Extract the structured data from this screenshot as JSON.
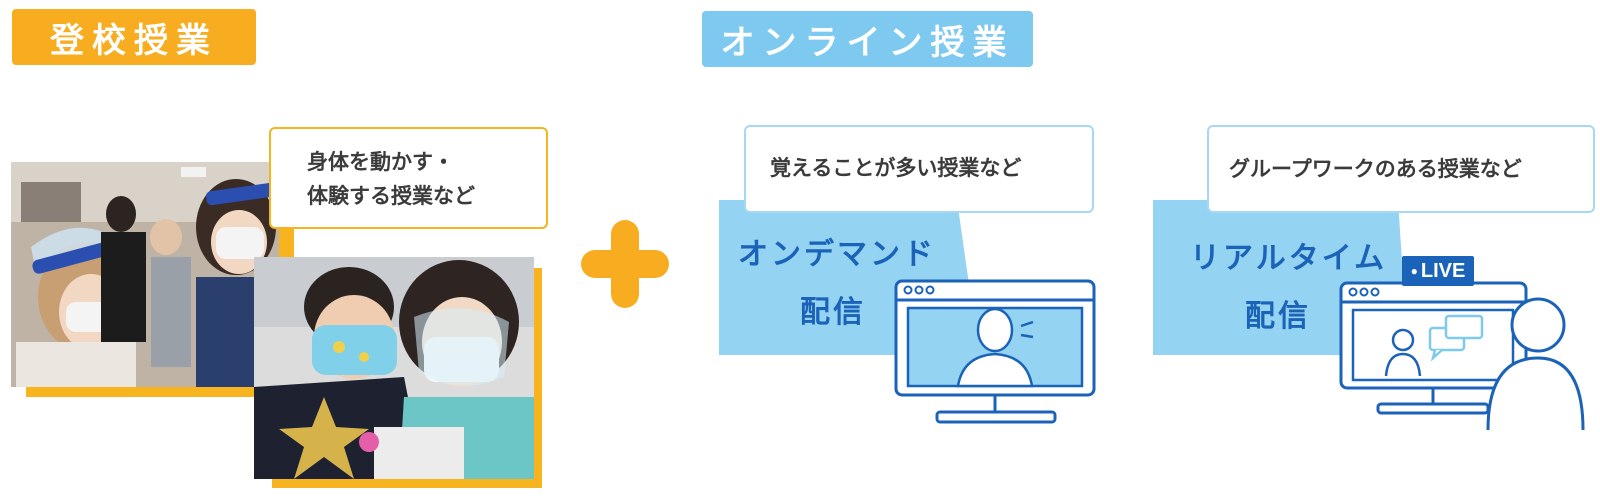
{
  "tags": {
    "school": "登校授業",
    "online": "オンライン授業"
  },
  "callouts": {
    "school_line1": "身体を動かす・",
    "school_line2": "体験する授業など",
    "ondemand": "覚えることが多い授業など",
    "realtime": "グループワークのある授業など"
  },
  "panels": {
    "ondemand_line1": "オンデマンド",
    "ondemand_line2": "配信",
    "realtime_line1": "リアルタイム",
    "realtime_line2": "配信",
    "live_badge": "LIVE"
  },
  "colors": {
    "orange": "#f7ad1f",
    "light_blue": "#7ec9ef",
    "panel_blue": "#94d3f1",
    "deep_blue": "#1b63b8"
  },
  "icons": {
    "plus": "plus-icon",
    "ondemand": "monitor-person-icon",
    "realtime": "monitor-live-chat-icon"
  }
}
